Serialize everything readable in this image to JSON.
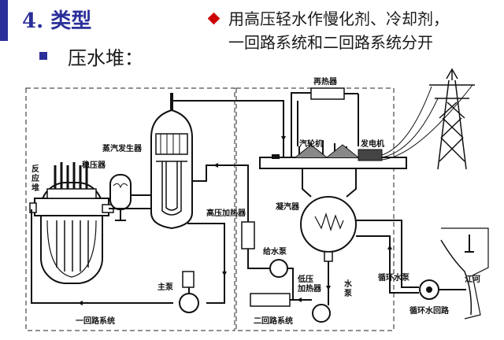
{
  "title": "4. 类型",
  "subtitle": "压水堆：",
  "description": {
    "line1": "用高压轻水作慢化剂、冷却剂，",
    "line2": "一回路系统和二回路系统分开"
  },
  "diagram": {
    "labels": {
      "reactor_line1": "反",
      "reactor_line2": "应",
      "reactor_line3": "堆",
      "pressurizer": "稳压器",
      "steam_generator": "蒸汽发生器",
      "reheater": "再热器",
      "turbine": "汽轮机",
      "generator": "发电机",
      "condenser": "凝汽器",
      "hp_heater": "高压加热器",
      "feed_pump": "给水泵",
      "lp_heater_line1": "低压",
      "lp_heater_line2": "加热器",
      "pump_line1": "水",
      "pump_line2": "泵",
      "main_pump": "主泵",
      "circ_pump": "循环水泵",
      "circ_loop": "循环水回路",
      "river": "江河",
      "primary_loop": "一回路系统",
      "secondary_loop": "二回路系统"
    }
  }
}
